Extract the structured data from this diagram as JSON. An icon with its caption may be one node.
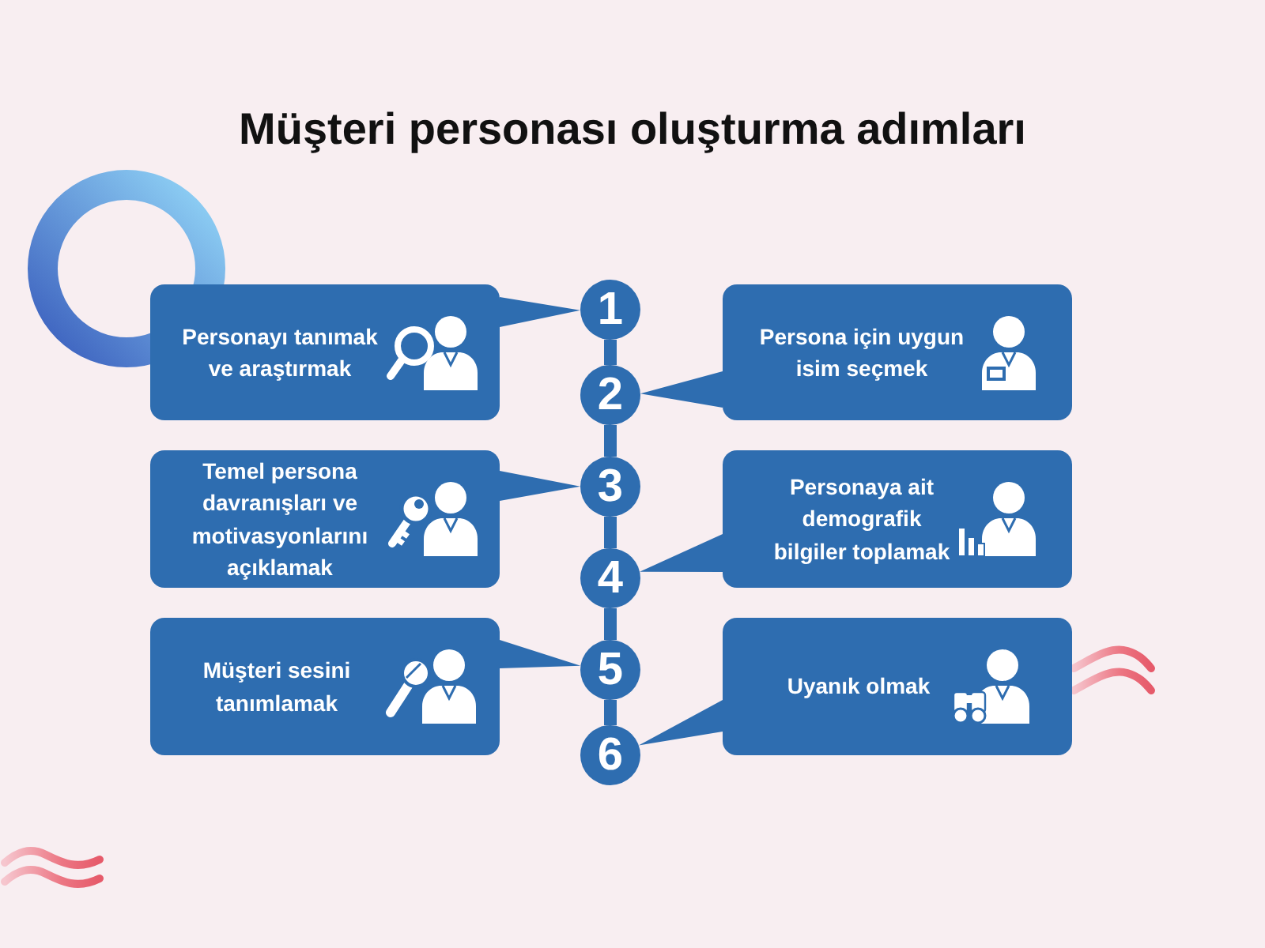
{
  "diagram": {
    "title": "Müşteri personası oluşturma adımları",
    "nodes": [
      {
        "text": [
          "Personayı tanımak ve araştırmak"
        ]
      },
      {
        "text": [
          "1"
        ]
      },
      {
        "text": [
          "Persona için uygun isim seçmek"
        ]
      },
      {
        "text": [
          "2"
        ]
      },
      {
        "text": [
          "Temel persona davranışları ve motivasyonlarını açıklamak"
        ]
      },
      {
        "text": [
          "3"
        ]
      },
      {
        "text": [
          "Personaya ait demografik bilgiler toplamak"
        ]
      },
      {
        "text": [
          "4"
        ]
      },
      {
        "text": [
          "Müşteri sesini tanımlamak"
        ]
      },
      {
        "text": [
          "5"
        ]
      },
      {
        "text": [
          "Uyanık olmak"
        ]
      },
      {
        "text": [
          "6"
        ]
      }
    ],
    "edges": [
      {
        "from": 0,
        "to": 1,
        "arrow": "none"
      },
      {
        "from": 1,
        "to": 3,
        "arrow": "none"
      },
      {
        "from": 2,
        "to": 3,
        "arrow": "none"
      },
      {
        "from": 3,
        "to": 5,
        "arrow": "none"
      },
      {
        "from": 4,
        "to": 5,
        "arrow": "none"
      },
      {
        "from": 5,
        "to": 7,
        "arrow": "none"
      },
      {
        "from": 6,
        "to": 7,
        "arrow": "none"
      },
      {
        "from": 7,
        "to": 9,
        "arrow": "none"
      },
      {
        "from": 8,
        "to": 9,
        "arrow": "none"
      },
      {
        "from": 9,
        "to": 11,
        "arrow": "none"
      },
      {
        "from": 10,
        "to": 11,
        "arrow": "none"
      }
    ]
  }
}
